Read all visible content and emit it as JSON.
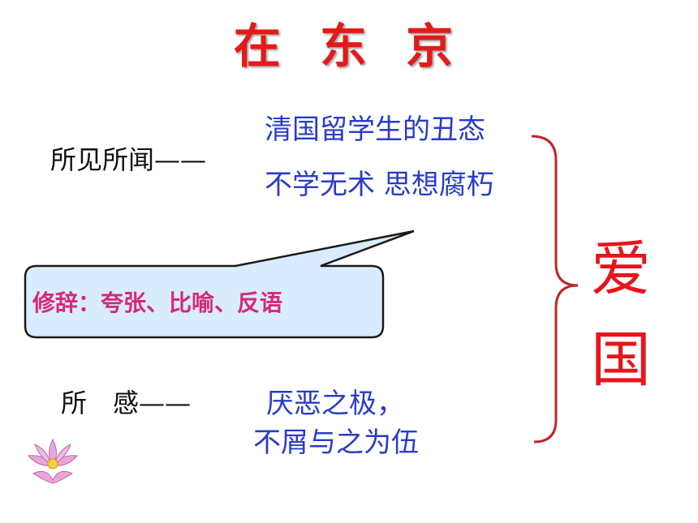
{
  "title": "在 东 京",
  "seen": {
    "label": "所见所闻——",
    "lines": [
      "清国留学生的丑态",
      "不学无术 思想腐朽"
    ]
  },
  "callout": {
    "text": "修辞：夸张、比喻、反语"
  },
  "felt": {
    "label": "所　感——",
    "lines": [
      "厌恶之极，",
      "不屑与之为伍"
    ]
  },
  "conclusion": {
    "chars": [
      "爱",
      "国"
    ]
  },
  "icons": {
    "decoration": "lotus-flower-icon"
  },
  "colors": {
    "title": "#e31a1a",
    "blue_text": "#2a3cc8",
    "conclusion": "#e8141c",
    "callout_text": "#d8287a",
    "brace": "#c0242a"
  }
}
